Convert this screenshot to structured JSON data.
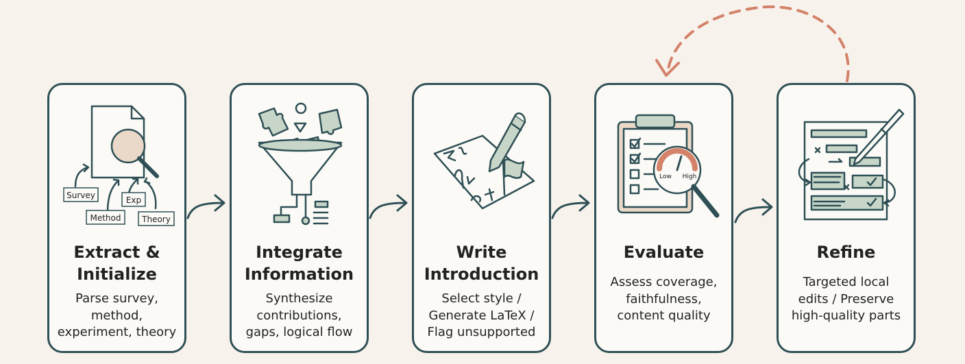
{
  "steps": [
    {
      "title": "Extract &\nInitialize",
      "description": "Parse survey,\nmethod,\nexperiment, theory",
      "icon": "document-magnifier-icon",
      "tags": [
        "Survey",
        "Exp",
        "Method",
        "Theory"
      ]
    },
    {
      "title": "Integrate\nInformation",
      "description": "Synthesize\ncontributions,\ngaps, logical flow",
      "icon": "puzzle-funnel-icon"
    },
    {
      "title": "Write\nIntroduction",
      "description": "Select style /\nGenerate LaTeX /\nFlag unsupported",
      "icon": "pen-latex-flag-icon"
    },
    {
      "title": "Evaluate",
      "description": "Assess coverage,\nfaithfulness,\ncontent quality",
      "icon": "clipboard-gauge-icon",
      "gauge_labels": [
        "Low",
        "High"
      ]
    },
    {
      "title": "Refine",
      "description": "Targeted local\nedits / Preserve\nhigh-quality parts",
      "icon": "document-scalpel-icon"
    }
  ],
  "colors": {
    "background": "#f7f3ec",
    "stroke": "#2e4f55",
    "accent_fill": "#c7d6c8",
    "feedback_arrow": "#d4826a"
  }
}
